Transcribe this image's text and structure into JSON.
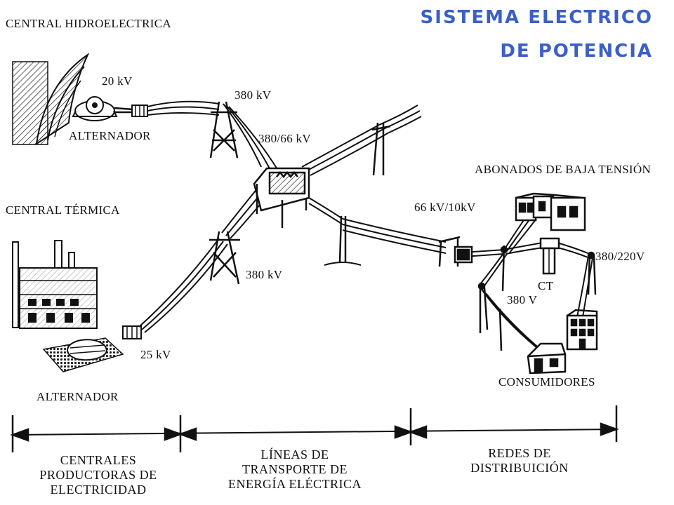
{
  "title": {
    "line1": "SISTEMA ELECTRICO",
    "line2": "DE POTENCIA",
    "color": "#3a5fc8"
  },
  "labels": {
    "central_hidro": "CENTRAL HIDROELECTRICA",
    "v20": "20 kV",
    "alternador_top": "ALTERNADOR",
    "v380_top": "380 kV",
    "v380_66": "380/66 kV",
    "central_termica": "CENTRAL TÉRMICA",
    "v380_mid": "380 kV",
    "v25": "25 kV",
    "alternador_bottom": "ALTERNADOR",
    "abonados": "ABONADOS DE BAJA TENSIÓN",
    "v66_10": "66 kV/10kV",
    "v380_220": "380/220V",
    "ct": "CT",
    "v380v": "380 V",
    "consumidores": "CONSUMIDORES"
  },
  "sections": [
    {
      "lines": [
        "CENTRALES",
        "PRODUCTORAS DE",
        "ELECTRICIDAD"
      ]
    },
    {
      "lines": [
        "LÍNEAS DE",
        "TRANSPORTE DE",
        "ENERGÍA ELÉCTRICA"
      ]
    },
    {
      "lines": [
        "REDES DE",
        "DISTRIBUICIÓN"
      ]
    }
  ]
}
